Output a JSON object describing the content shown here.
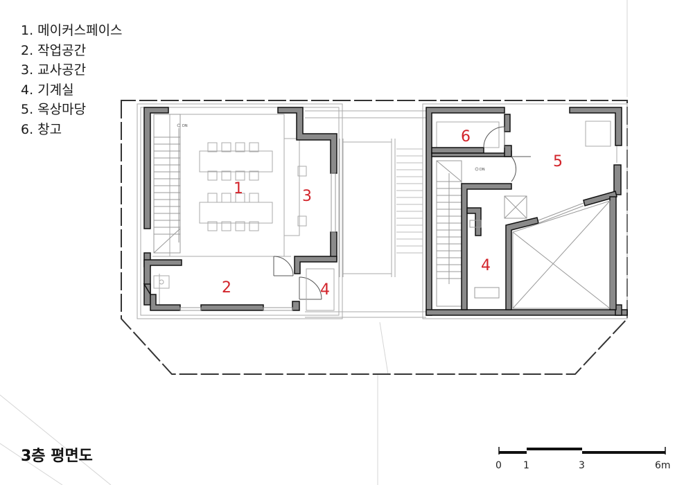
{
  "legend": [
    "1. 메이커스페이스",
    "2. 작업공간",
    "3. 교사공간",
    "4. 기계실",
    "5. 옥상마당",
    "6. 창고"
  ],
  "title": "3층 평면도",
  "room_labels": {
    "left_1": "1",
    "left_2": "2",
    "left_3": "3",
    "left_4": "4",
    "right_4": "4",
    "right_5": "5",
    "right_6": "6"
  },
  "stair_markers": [
    "DN",
    "DN"
  ],
  "scale_bar": {
    "labels": [
      "0",
      "1",
      "3",
      "6m"
    ]
  },
  "colors": {
    "wall_fill": "#8a8a8a",
    "wall_outline": "#111111",
    "room_label": "#d2232a",
    "line": "#999999"
  }
}
